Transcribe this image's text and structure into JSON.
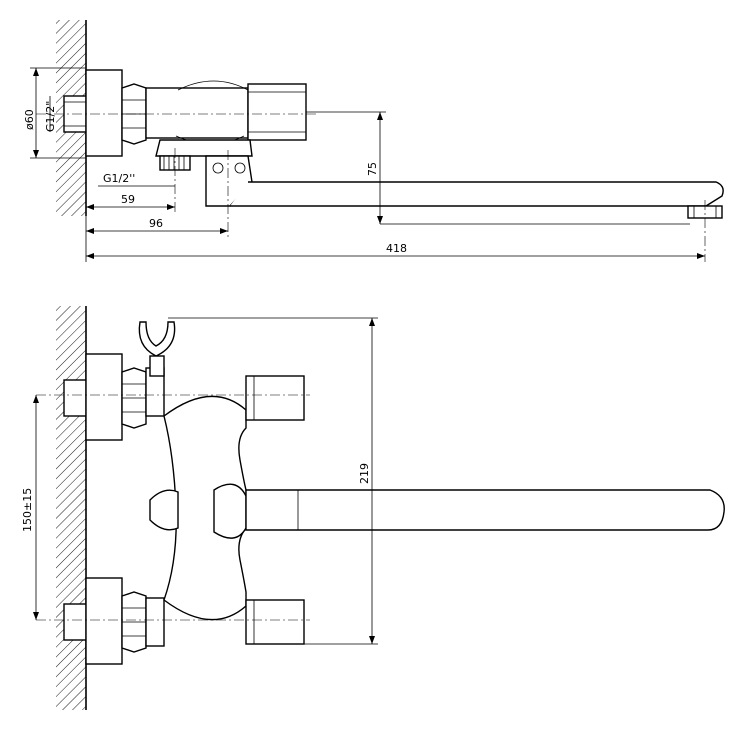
{
  "drawing": {
    "colors": {
      "line": "#000000",
      "background": "#ffffff"
    },
    "top_view": {
      "dimensions": {
        "body_diameter": "ø60",
        "inlet_thread": "G1/2\"",
        "outlet_thread": "G1/2''",
        "outlet_offset": "59",
        "spout_center": "96",
        "total_length": "418",
        "spout_height": "75"
      }
    },
    "front_view": {
      "dimensions": {
        "inlet_spacing": "150±15",
        "total_height": "219"
      }
    }
  }
}
